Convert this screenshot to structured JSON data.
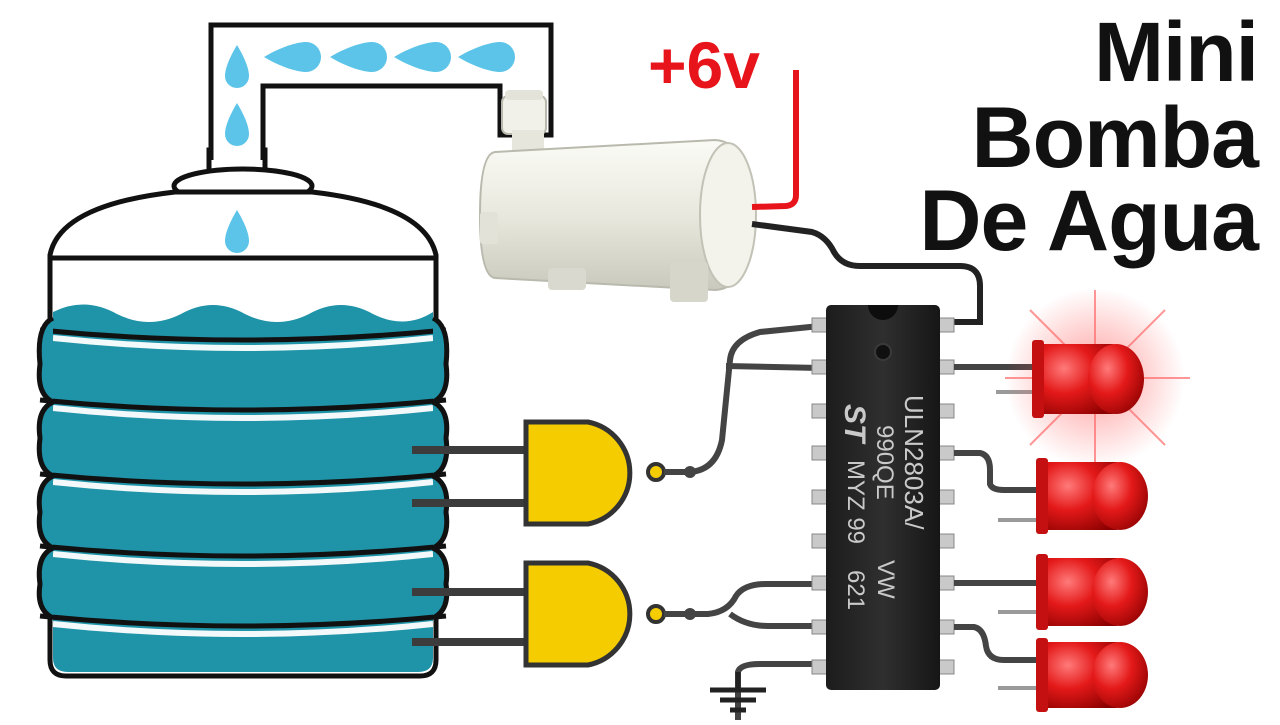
{
  "title": {
    "line1": "Mini",
    "line2": "Bomba",
    "line3": "De Agua"
  },
  "supply_label": "+6v",
  "chip": {
    "line1": "ULN2803A/",
    "line2": "990QE",
    "line3": "MYZ 99",
    "line4": "VW",
    "line5": "621",
    "logo": "ST"
  },
  "colors": {
    "water": "#1f93a8",
    "gate": "#f4cc00",
    "led": "#e01818",
    "wire": "#444444",
    "supply_wire": "#e8141b",
    "drops": "#5bc4e8"
  }
}
